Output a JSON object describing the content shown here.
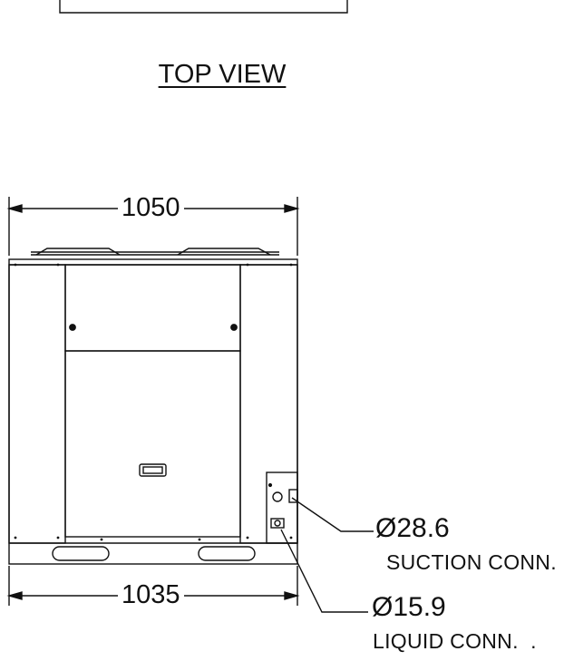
{
  "view_title": "TOP VIEW",
  "dimensions": {
    "top_width": "1050",
    "bottom_width": "1035"
  },
  "connections": [
    {
      "diameter": "Ø28.6",
      "label": "SUCTION CONN."
    },
    {
      "diameter": "Ø15.9",
      "label": "LIQUID CONN.  ."
    }
  ]
}
